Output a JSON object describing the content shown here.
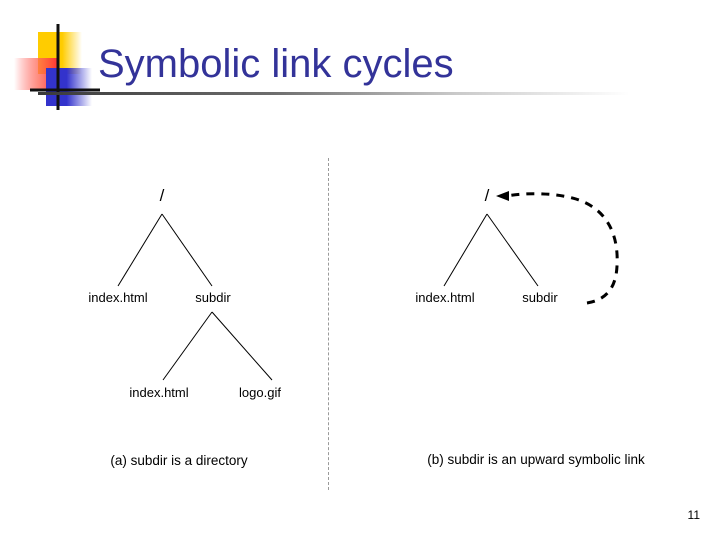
{
  "slide": {
    "title": "Symbolic link cycles",
    "page_number": "11",
    "title_color": "#333399",
    "rule_color": "#3a3a3a",
    "divider_color": "#9a9a9a",
    "line_color": "#000000",
    "background": "#ffffff"
  },
  "logo": {
    "name": "decorative-logo-mark",
    "yellow": "#ffcc00",
    "red": "#ff3333",
    "blue": "#3333cc",
    "crosshair": "#000000"
  },
  "panels": [
    {
      "id": "panel-a",
      "caption": "(a) subdir is a directory",
      "root": "/",
      "nodes": [
        {
          "label": "index.html",
          "level": 1
        },
        {
          "label": "subdir",
          "level": 1
        },
        {
          "label": "index.html",
          "level": 2
        },
        {
          "label": "logo.gif",
          "level": 2
        }
      ]
    },
    {
      "id": "panel-b",
      "caption": "(b) subdir is an upward symbolic link",
      "root": "/",
      "nodes": [
        {
          "label": "index.html",
          "level": 1
        },
        {
          "label": "subdir",
          "level": 1
        }
      ],
      "symlink_arrow": {
        "from": "subdir",
        "to": "/",
        "style": "dashed-curved-arrow"
      }
    }
  ]
}
